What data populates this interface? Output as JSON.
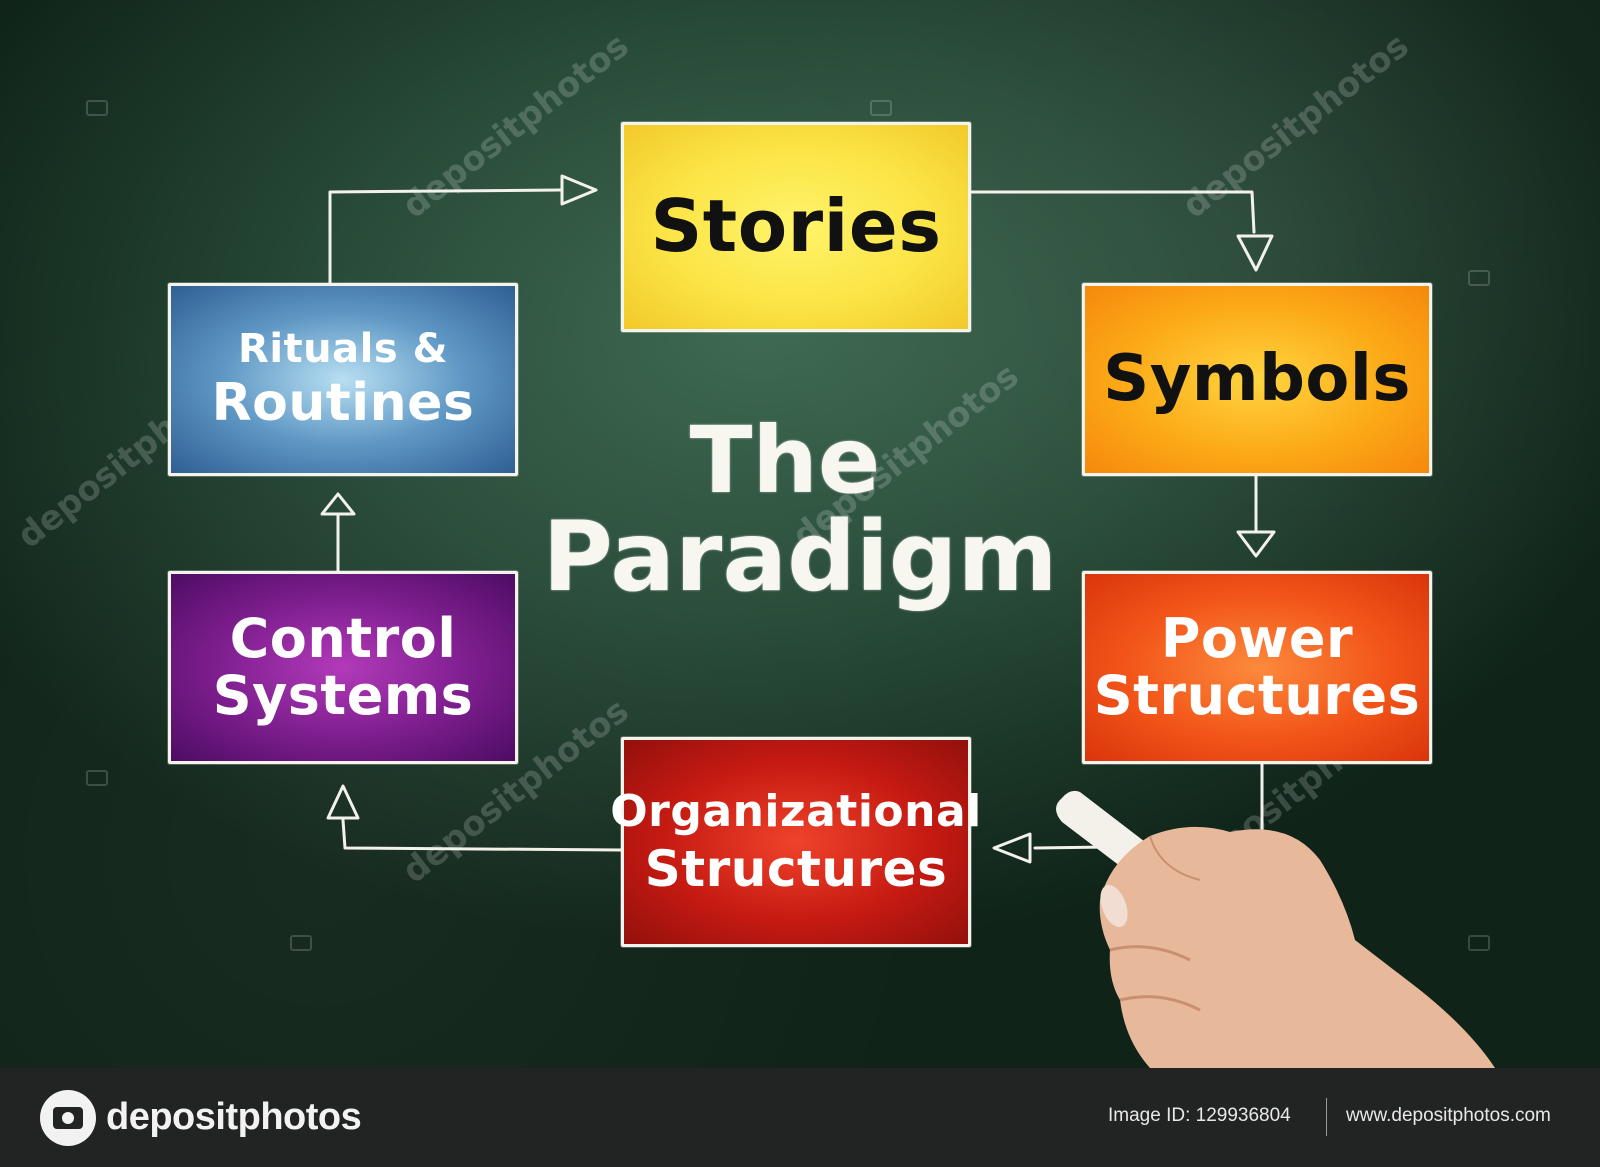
{
  "diagram": {
    "title_line1": "The",
    "title_line2": "Paradigm",
    "nodes": {
      "stories": "Stories",
      "symbols": "Symbols",
      "power_line1": "Power",
      "power_line2": "Structures",
      "org_line1": "Organizational",
      "org_line2": "Structures",
      "control_line1": "Control",
      "control_line2": "Systems",
      "rituals_line1": "Rituals &",
      "rituals_line2": "Routines"
    }
  },
  "watermark": {
    "text": "depositphotos"
  },
  "footer": {
    "logo_text": "depositphotos",
    "image_id": "Image ID: 129936804",
    "site": "www.depositphotos.com"
  }
}
